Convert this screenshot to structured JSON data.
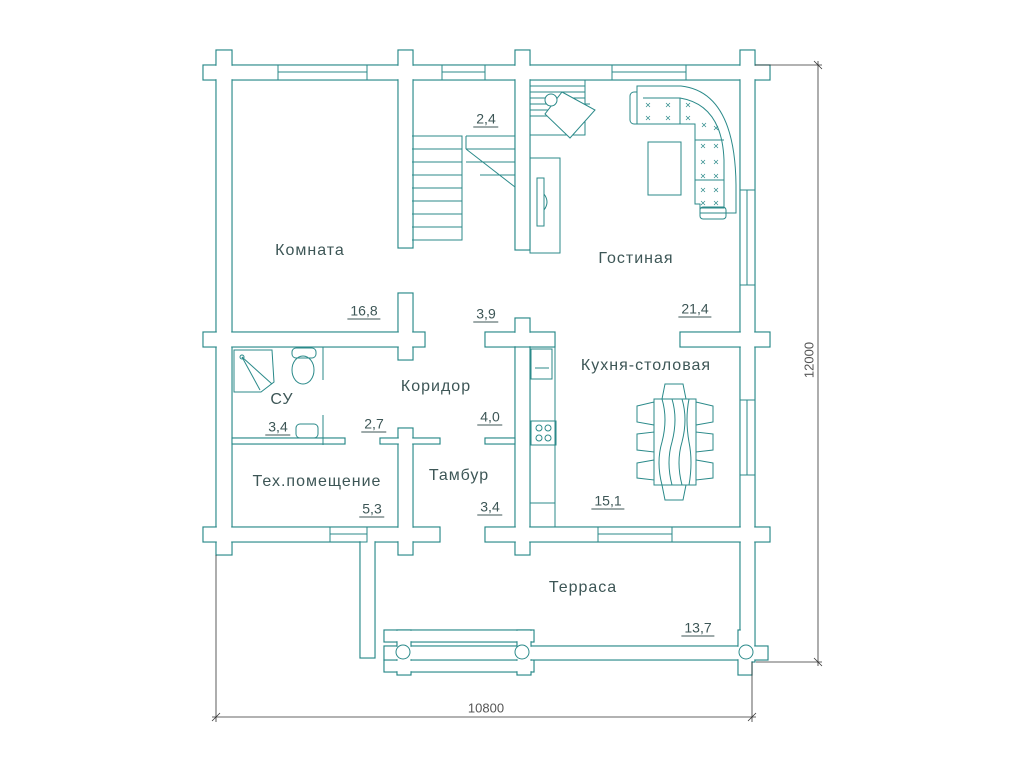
{
  "plan": {
    "line_color": "#2b8a8a",
    "rooms": [
      {
        "name": "Комната",
        "area": "16,8"
      },
      {
        "name": "Гостиная",
        "area": "21,4"
      },
      {
        "name": "Кухня-столовая",
        "area": "15,1"
      },
      {
        "name": "Коридор",
        "area": "4,0"
      },
      {
        "name": "СУ",
        "area": "3,4"
      },
      {
        "name": "Тех.помещение",
        "area": "5,3"
      },
      {
        "name": "Тамбур",
        "area": "3,4"
      },
      {
        "name": "Терраса",
        "area": "13,7"
      }
    ],
    "stair_area": "2,4",
    "hall_area": "3,9",
    "corridor_area_2": "2,7",
    "dimensions": {
      "width": "10800",
      "height": "12000"
    }
  }
}
